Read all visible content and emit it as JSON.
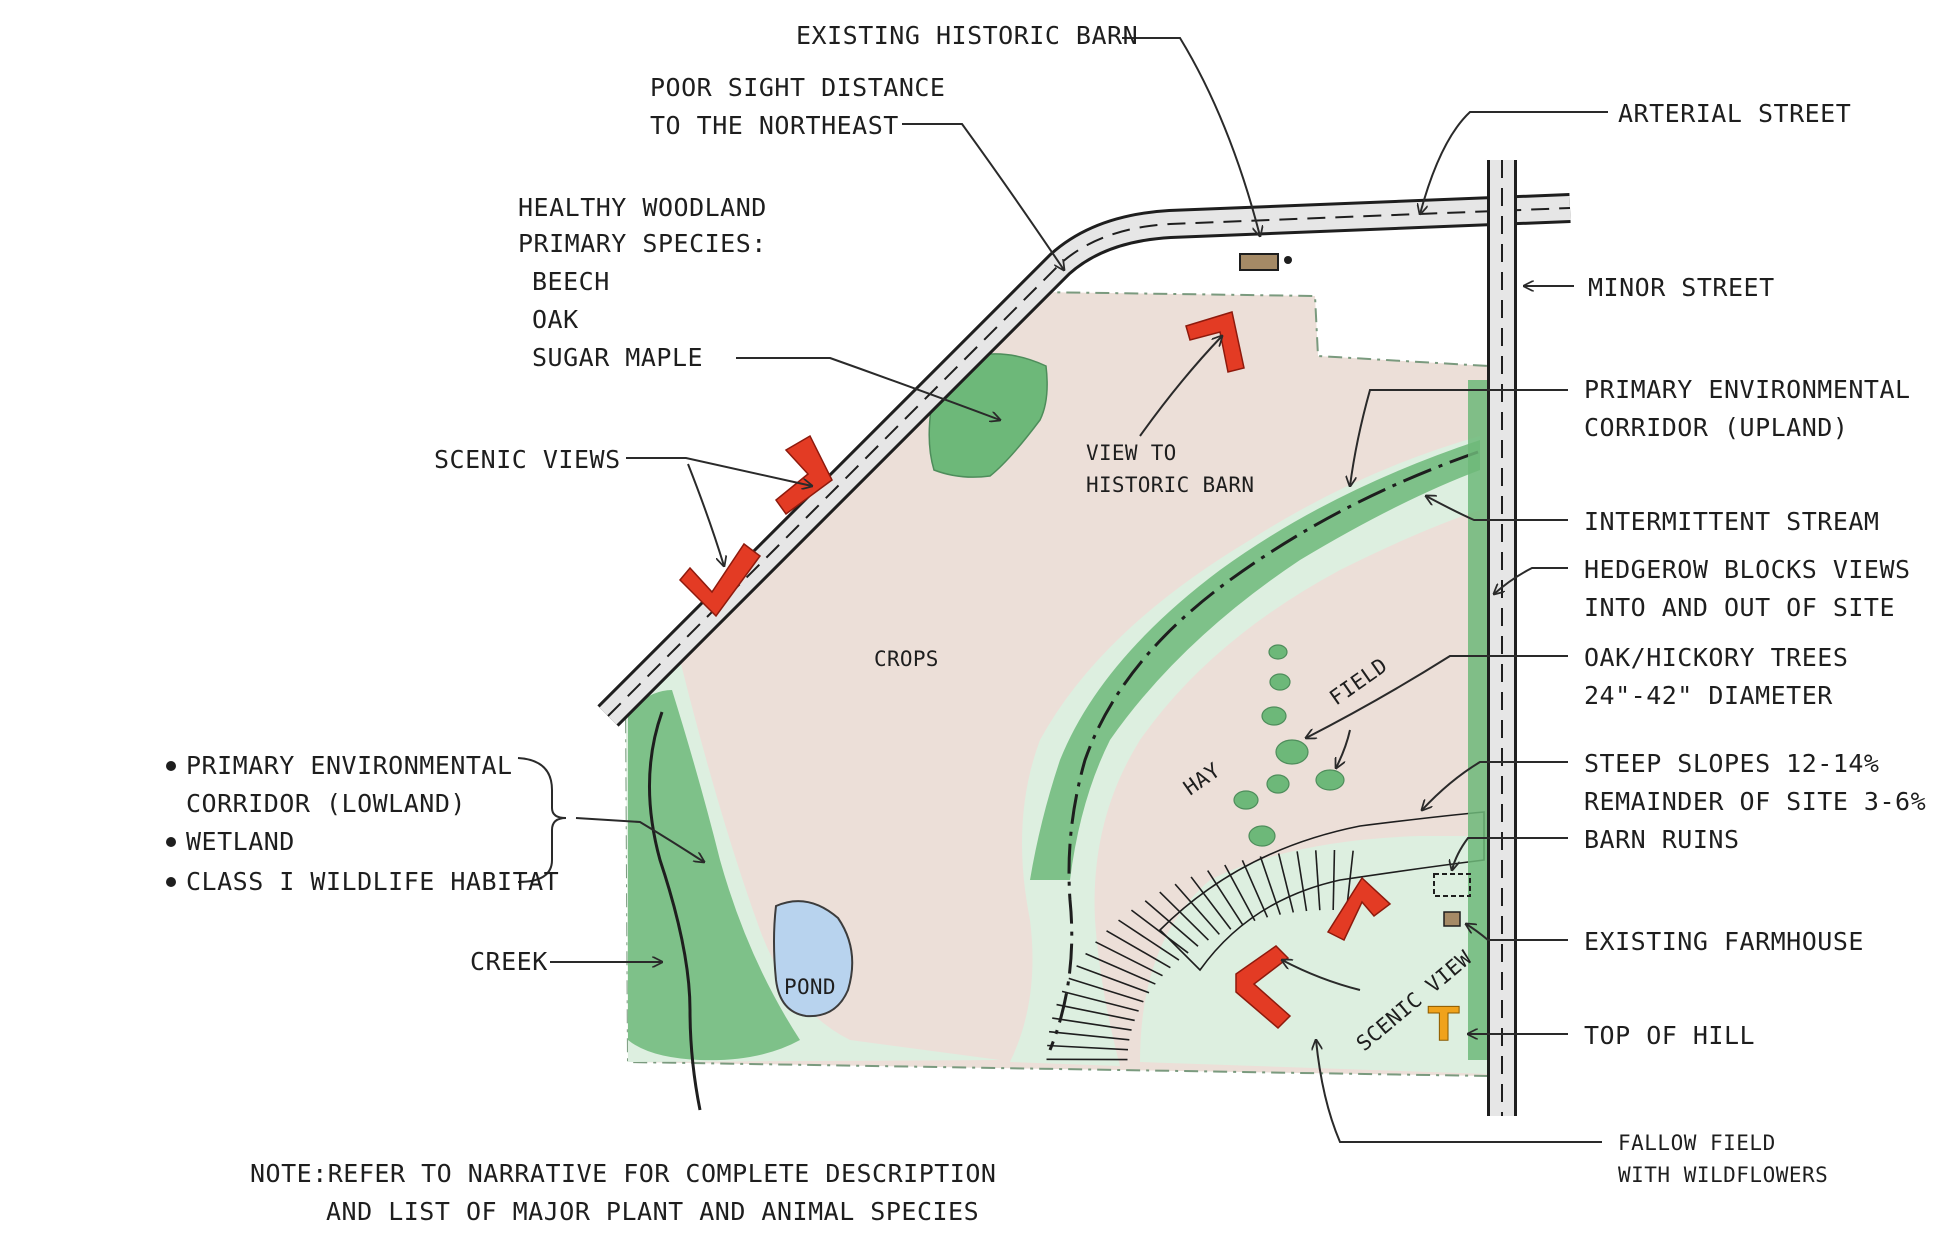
{
  "colors": {
    "crops": "#ecdfd8",
    "vegetation": "#6db879",
    "vegetation_light": "#ddefe0",
    "pond": "#b8d3ee",
    "road_fill": "#e6e6e6",
    "arrow_red": "#e33b24",
    "hill_marker": "#f0a21b",
    "ink": "#1e1e1e"
  },
  "icons": {
    "view_arrow": "chevron-view-icon",
    "top_of_hill": "t-marker-icon",
    "barn": "barn-icon"
  },
  "labels": {
    "existing_historic_barn": "EXISTING HISTORIC BARN",
    "poor_sight_1": "POOR SIGHT DISTANCE",
    "poor_sight_2": "TO THE NORTHEAST",
    "arterial_street": "ARTERIAL STREET",
    "minor_street": "MINOR STREET",
    "woodland_1": "HEALTHY WOODLAND",
    "woodland_2": "PRIMARY SPECIES:",
    "woodland_3": "BEECH",
    "woodland_4": "OAK",
    "woodland_5": "SUGAR MAPLE",
    "scenic_views": "SCENIC VIEWS",
    "view_to_barn_1": "VIEW TO",
    "view_to_barn_2": "HISTORIC BARN",
    "crops": "CROPS",
    "upland_1": "PRIMARY ENVIRONMENTAL",
    "upland_2": "CORRIDOR (UPLAND)",
    "intermittent_stream": "INTERMITTENT STREAM",
    "hedgerow_1": "HEDGEROW BLOCKS VIEWS",
    "hedgerow_2": "INTO AND OUT OF SITE",
    "oak_hickory_1": "OAK/HICKORY TREES",
    "oak_hickory_2": "24\"-42\" DIAMETER",
    "hay": "HAY",
    "field": "FIELD",
    "steep_1": "STEEP SLOPES 12-14%",
    "steep_2": "REMAINDER OF SITE 3-6%",
    "barn_ruins": "BARN RUINS",
    "lowland_1": "PRIMARY ENVIRONMENTAL",
    "lowland_2": "CORRIDOR (LOWLAND)",
    "wetland": "WETLAND",
    "wildlife": "CLASS I WILDLIFE HABITAT",
    "creek": "CREEK",
    "pond": "POND",
    "existing_farmhouse": "EXISTING FARMHOUSE",
    "scenic_view": "SCENIC VIEW",
    "top_of_hill": "TOP OF HILL",
    "top_marker": "T",
    "fallow_1": "FALLOW FIELD",
    "fallow_2": "WITH WILDFLOWERS",
    "note_1": "NOTE:REFER TO NARRATIVE FOR COMPLETE DESCRIPTION",
    "note_2": "AND LIST OF MAJOR PLANT AND ANIMAL SPECIES"
  }
}
